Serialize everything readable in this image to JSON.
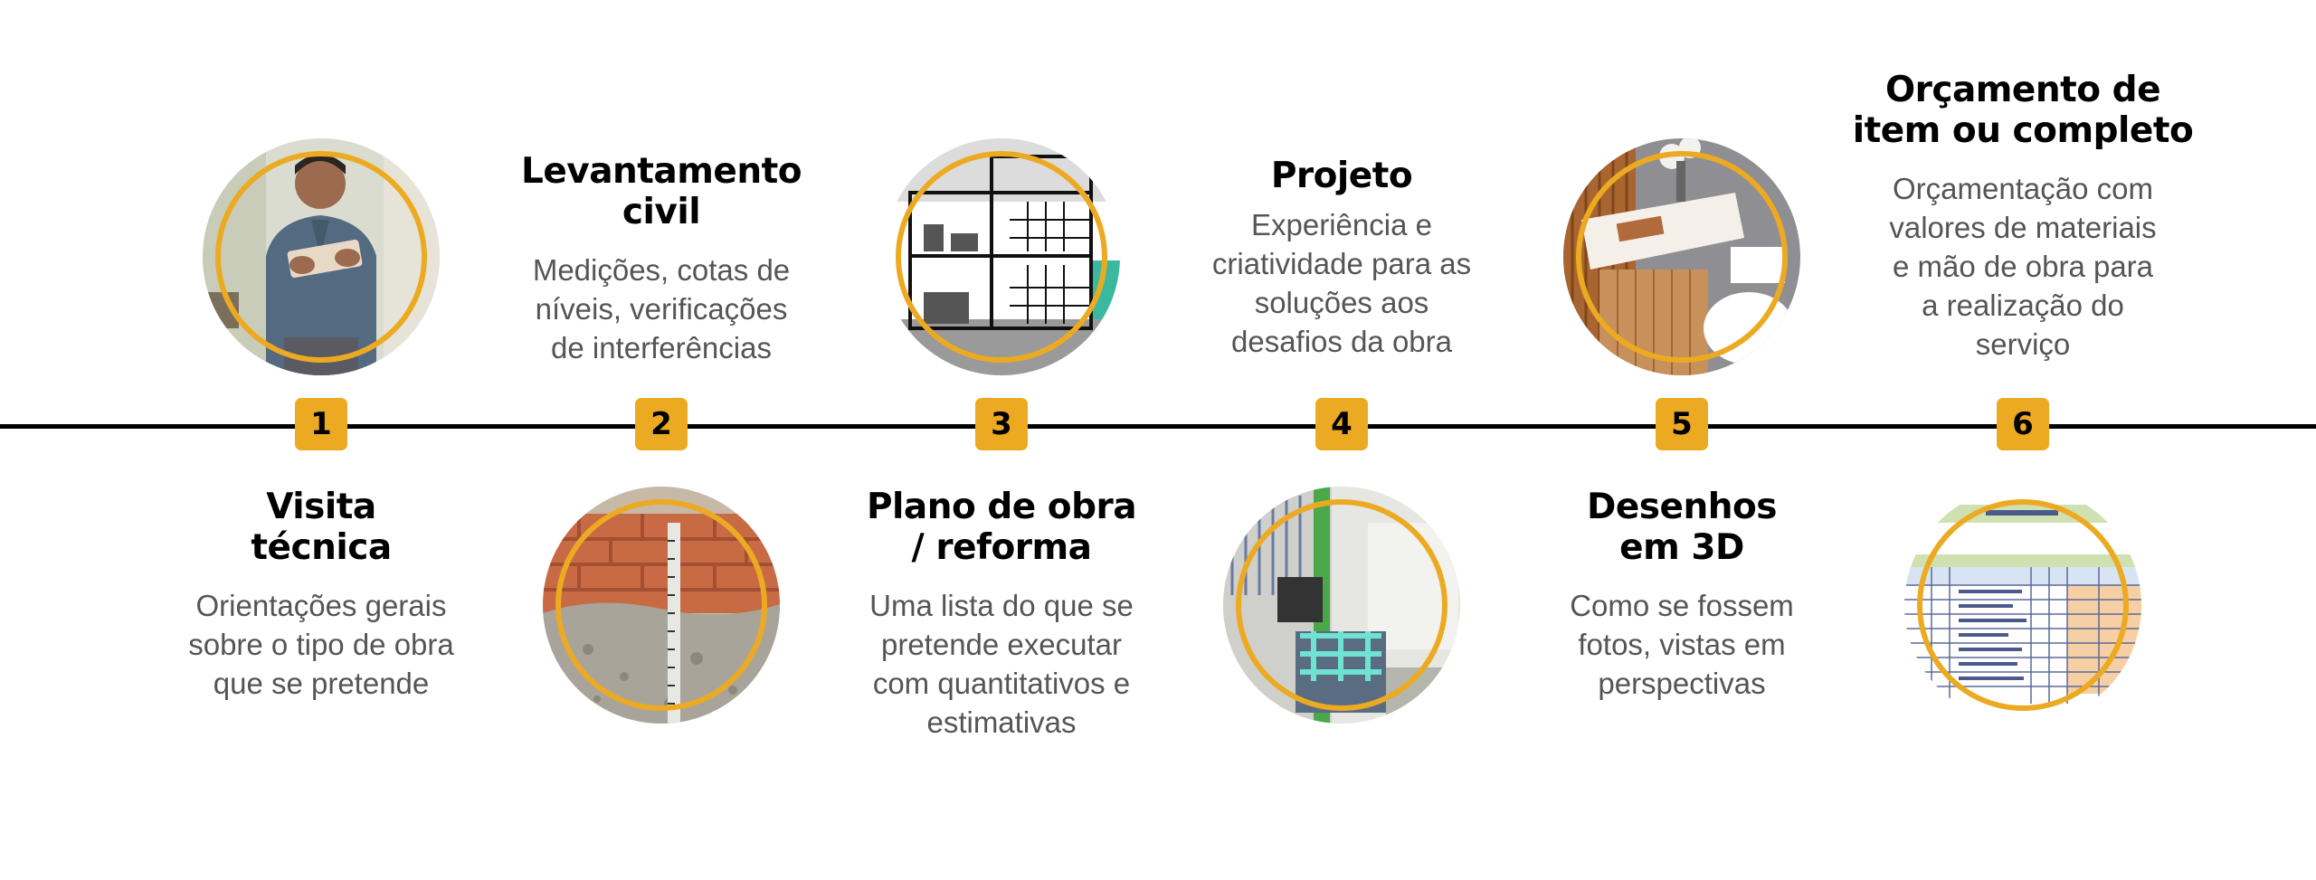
{
  "steps": [
    {
      "number": "1",
      "title_lines": [
        "Visita",
        "técnica"
      ],
      "description_lines": [
        "Orientações gerais",
        "sobre o tipo de obra",
        "que se pretende"
      ],
      "image_subject": "person-taking-notes"
    },
    {
      "number": "2",
      "title_lines": [
        "Levantamento",
        "civil"
      ],
      "description_lines": [
        "Medições, cotas de",
        "níveis, verificações",
        "de interferências"
      ],
      "image_subject": "brick-wall-measuring-tape"
    },
    {
      "number": "3",
      "title_lines": [
        "Plano de obra",
        "/ reforma"
      ],
      "description_lines": [
        "Uma lista do que se",
        "pretende executar",
        "com quantitativos e",
        "estimativas"
      ],
      "image_subject": "building-section-drawing"
    },
    {
      "number": "4",
      "title_lines": [
        "Projeto"
      ],
      "description_lines": [
        "Experiência e",
        "criatividade para as",
        "soluções aos",
        "desafios da obra"
      ],
      "image_subject": "3d-project-model"
    },
    {
      "number": "5",
      "title_lines": [
        "Desenhos",
        "em 3D"
      ],
      "description_lines": [
        "Como se fossem",
        "fotos, vistas em",
        "perspectivas"
      ],
      "image_subject": "bathroom-3d-render"
    },
    {
      "number": "6",
      "title_lines": [
        "Orçamento de",
        "item ou completo"
      ],
      "description_lines": [
        "Orçamentação com",
        "valores de materiais",
        "e mão de obra para",
        "a realização do",
        "serviço"
      ],
      "image_subject": "budget-spreadsheet"
    }
  ],
  "colors": {
    "accent": "#ecaa22",
    "line": "#000000",
    "title": "#000000",
    "description": "#555555",
    "background": "#ffffff"
  }
}
